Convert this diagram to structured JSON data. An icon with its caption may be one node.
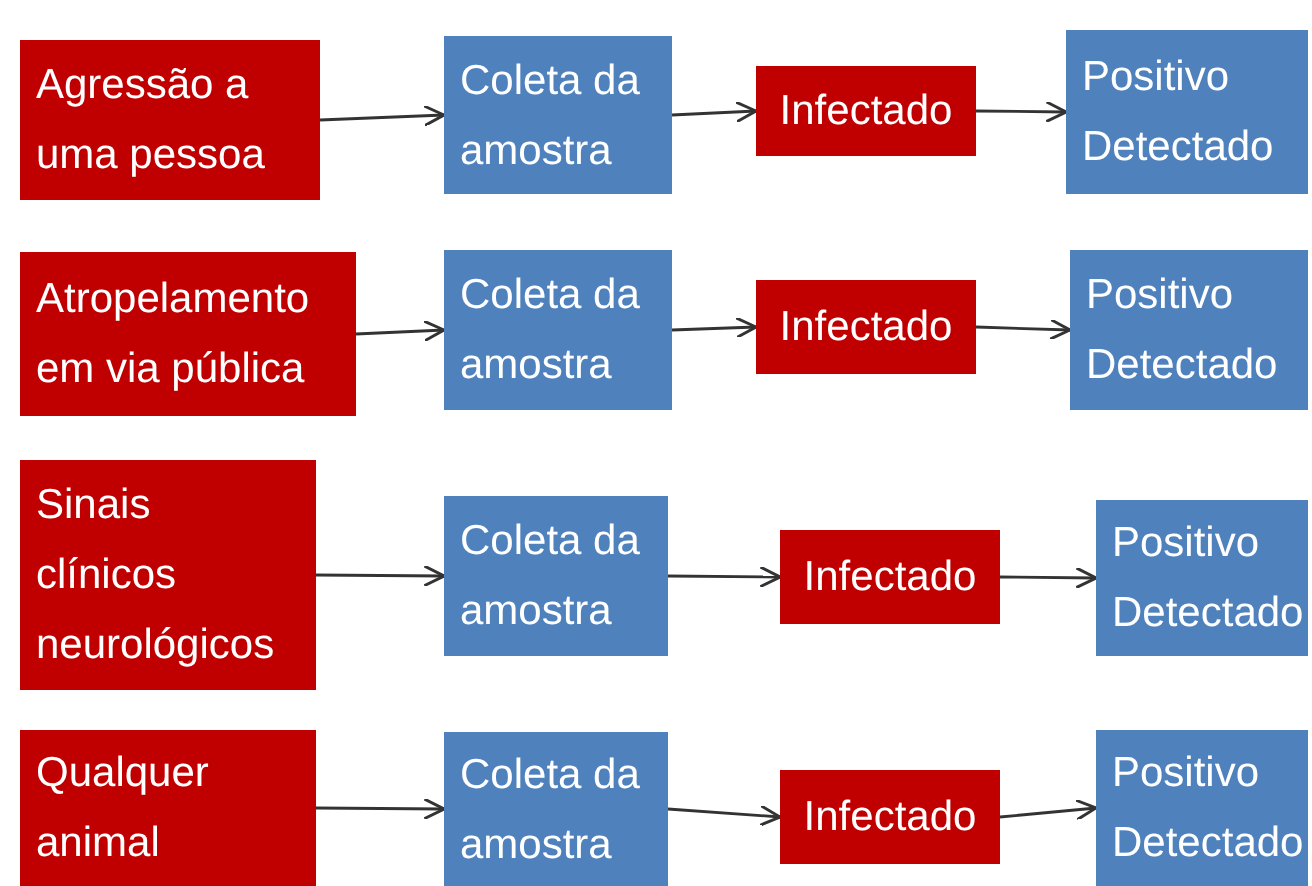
{
  "diagram": {
    "nodes": [
      {
        "text": [
          "Agressão a uma pessoa"
        ]
      },
      {
        "text": [
          "Coleta da amostra"
        ]
      },
      {
        "text": [
          "Infectado"
        ]
      },
      {
        "text": [
          "Positivo Detectado"
        ]
      },
      {
        "text": [
          "Atropelamento em via pública"
        ]
      },
      {
        "text": [
          "Coleta da amostra"
        ]
      },
      {
        "text": [
          "Infectado"
        ]
      },
      {
        "text": [
          "Positivo Detectado"
        ]
      },
      {
        "text": [
          "Sinais clínicos neurológicos"
        ]
      },
      {
        "text": [
          "Coleta da amostra"
        ]
      },
      {
        "text": [
          "Infectado"
        ]
      },
      {
        "text": [
          "Positivo Detectado"
        ]
      },
      {
        "text": [
          "Qualquer animal"
        ]
      },
      {
        "text": [
          "Coleta da amostra"
        ]
      },
      {
        "text": [
          "Infectado"
        ]
      },
      {
        "text": [
          "Positivo Detectado"
        ]
      }
    ],
    "edges": [
      {
        "from": 0,
        "to": 1,
        "arrow": "to"
      },
      {
        "from": 1,
        "to": 2,
        "arrow": "to"
      },
      {
        "from": 2,
        "to": 3,
        "arrow": "to"
      },
      {
        "from": 4,
        "to": 5,
        "arrow": "to"
      },
      {
        "from": 5,
        "to": 6,
        "arrow": "to"
      },
      {
        "from": 6,
        "to": 7,
        "arrow": "to"
      },
      {
        "from": 8,
        "to": 9,
        "arrow": "to"
      },
      {
        "from": 9,
        "to": 10,
        "arrow": "to"
      },
      {
        "from": 10,
        "to": 11,
        "arrow": "to"
      },
      {
        "from": 12,
        "to": 13,
        "arrow": "to"
      },
      {
        "from": 13,
        "to": 14,
        "arrow": "to"
      },
      {
        "from": 14,
        "to": 15,
        "arrow": "to"
      }
    ]
  }
}
